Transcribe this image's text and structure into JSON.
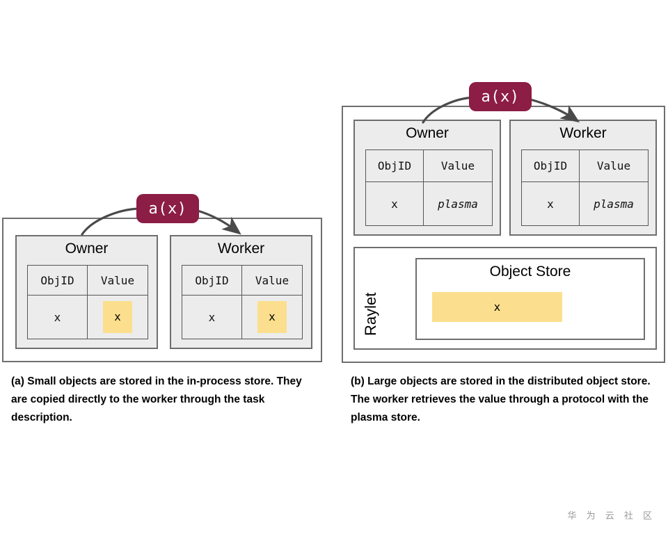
{
  "figure": {
    "panel_a": {
      "badge_label": "a(x)",
      "boxes": [
        {
          "name": "Owner",
          "table": {
            "headers": [
              "ObjID",
              "Value"
            ],
            "rows": [
              [
                "x",
                "x"
              ]
            ]
          },
          "value_highlighted": true
        },
        {
          "name": "Worker",
          "table": {
            "headers": [
              "ObjID",
              "Value"
            ],
            "rows": [
              [
                "x",
                "x"
              ]
            ]
          },
          "value_highlighted": true
        }
      ],
      "caption": "(a) Small objects are stored in the in-process store. They are copied directly to the worker through the task description."
    },
    "panel_b": {
      "badge_label": "a(x)",
      "boxes": [
        {
          "name": "Owner",
          "table": {
            "headers": [
              "ObjID",
              "Value"
            ],
            "rows": [
              [
                "x",
                "plasma"
              ]
            ]
          },
          "value_highlighted": false
        },
        {
          "name": "Worker",
          "table": {
            "headers": [
              "ObjID",
              "Value"
            ],
            "rows": [
              [
                "x",
                "plasma"
              ]
            ]
          },
          "value_highlighted": false
        }
      ],
      "raylet": {
        "label": "Raylet",
        "object_store": {
          "title": "Object Store",
          "entry": "x"
        }
      },
      "caption": "(b) Large objects are stored in the distributed object store. The worker retrieves the value through a protocol with the plasma store."
    }
  },
  "watermark": "华 为 云 社 区",
  "colors": {
    "badge": "#8c1d45",
    "highlight": "#fbdf8e",
    "box_border": "#6e6e6e",
    "box_fill": "#ececec",
    "arrow": "#4a4a4a"
  }
}
